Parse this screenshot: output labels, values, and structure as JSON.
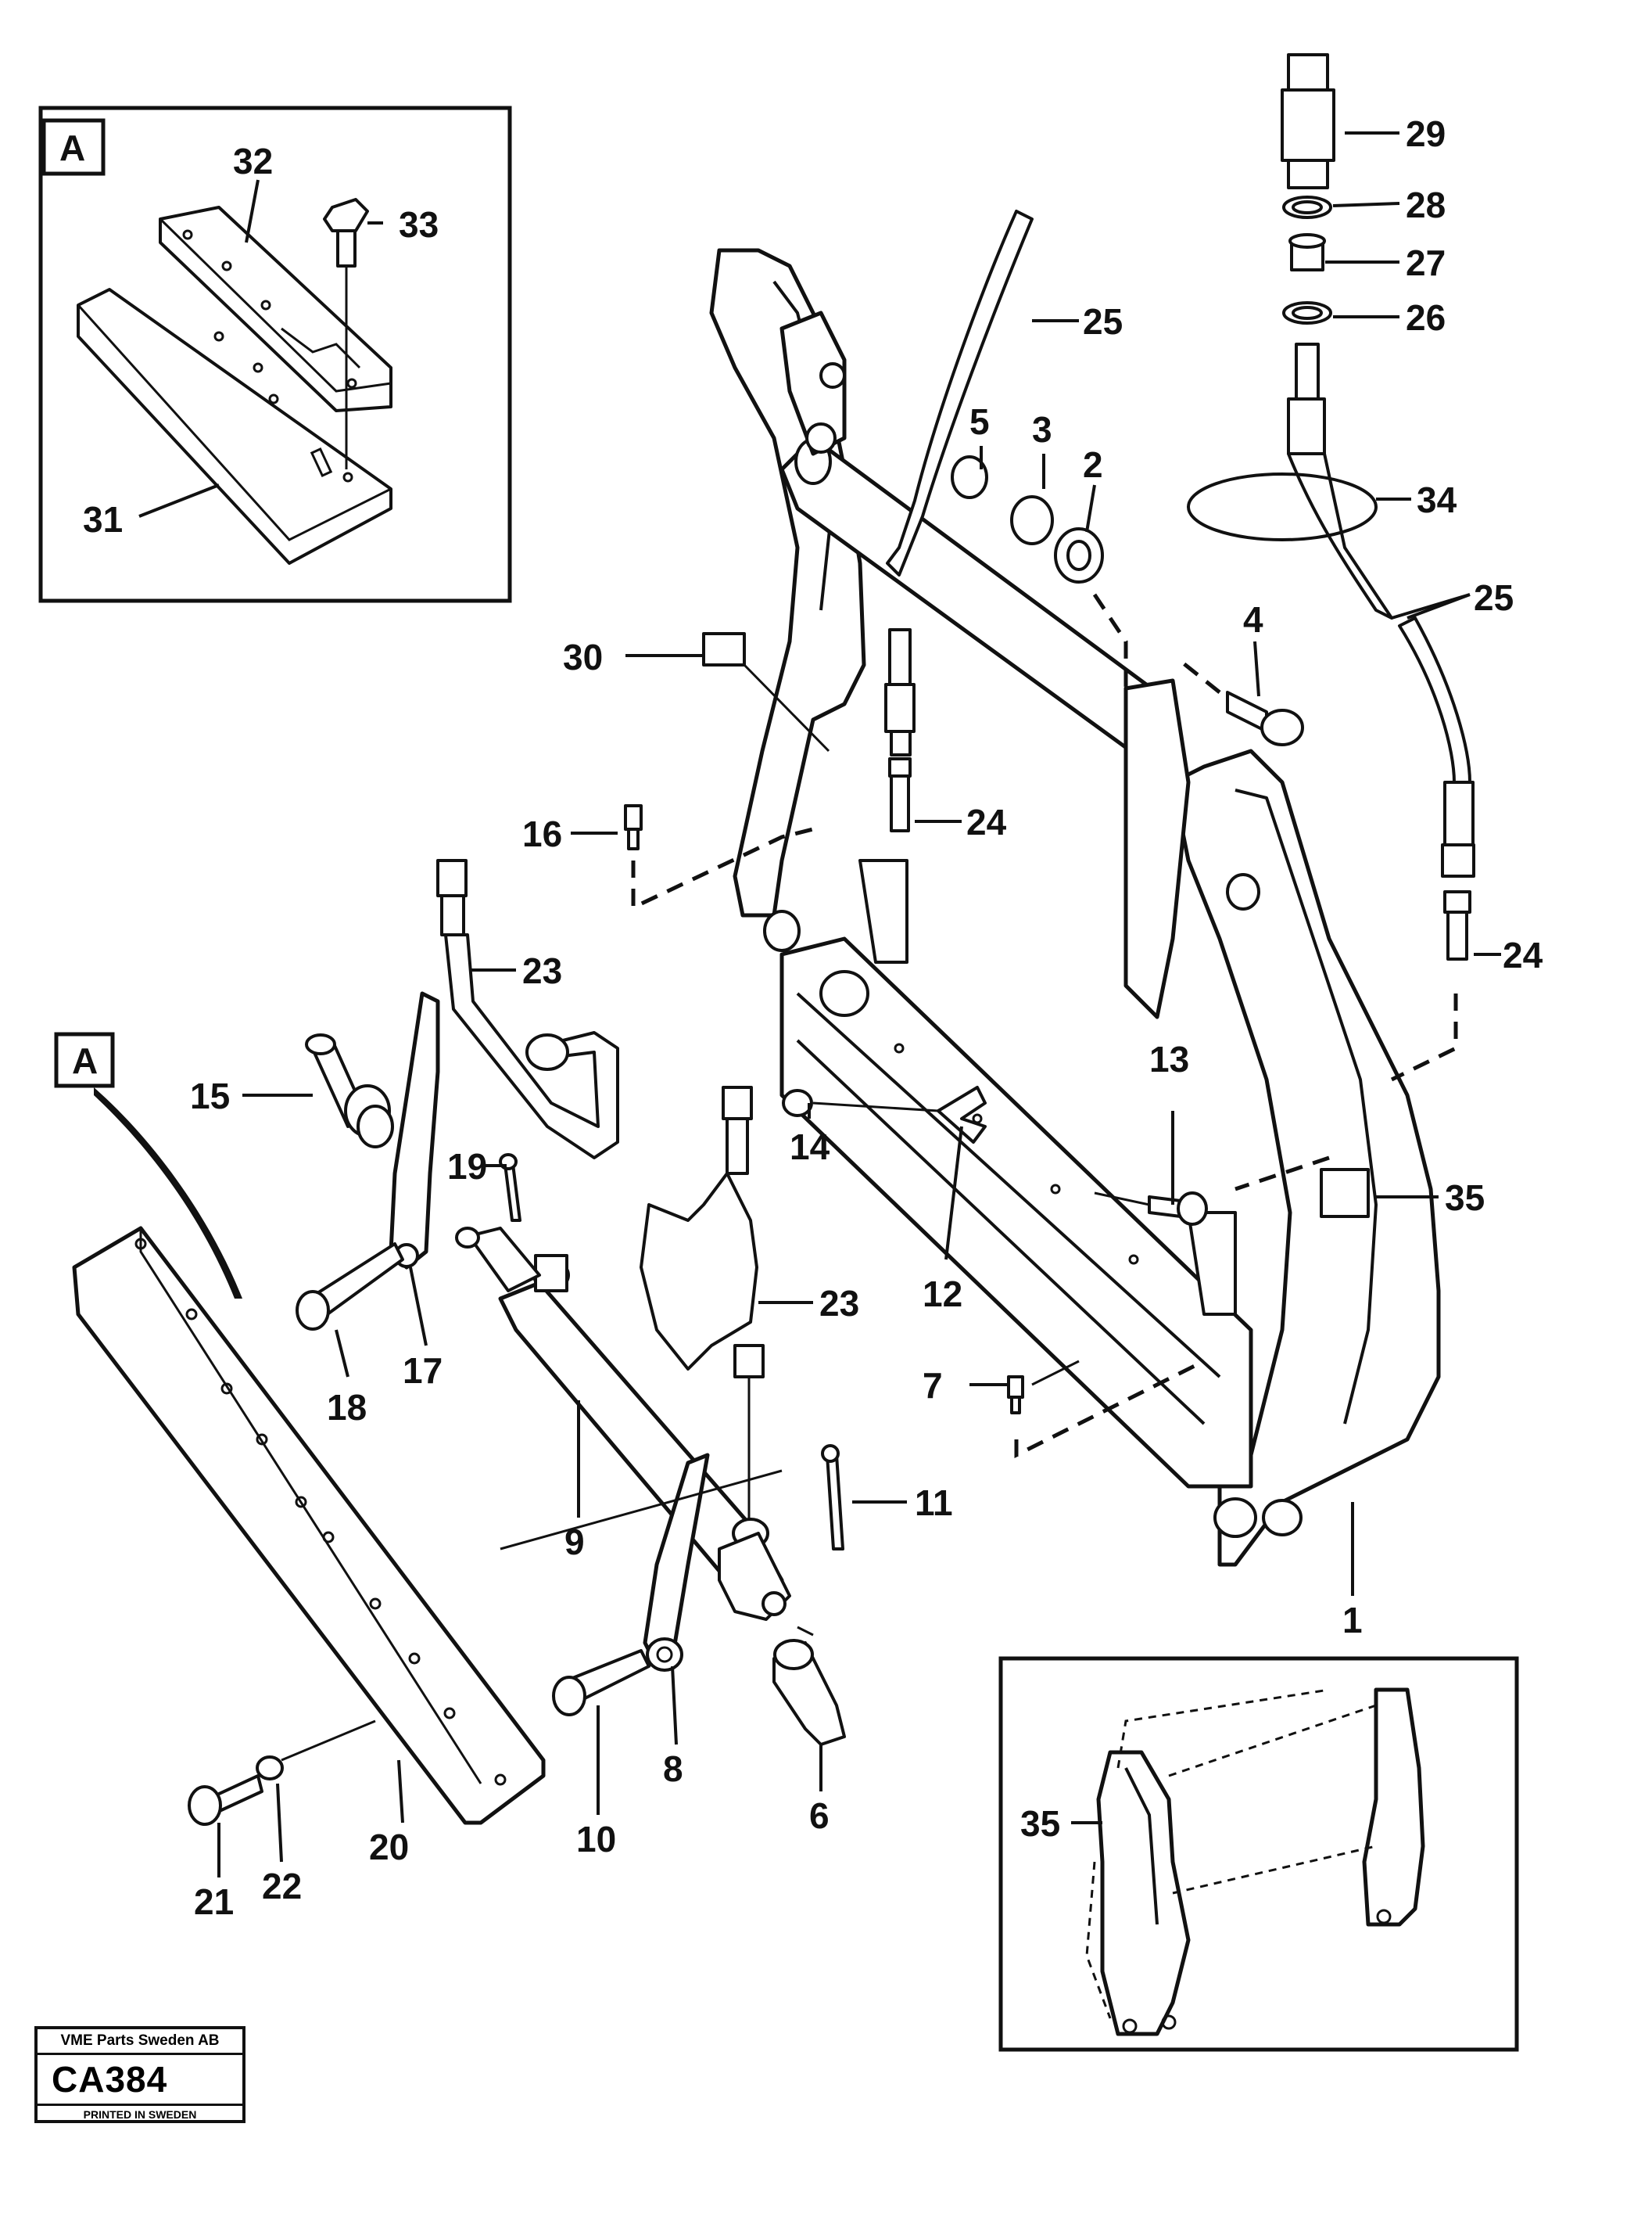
{
  "inset_tags": {
    "top_left": "A",
    "callout": "A"
  },
  "callouts": [
    "1",
    "2",
    "3",
    "4",
    "5",
    "6",
    "7",
    "8",
    "9",
    "10",
    "11",
    "12",
    "13",
    "14",
    "15",
    "16",
    "17",
    "18",
    "19",
    "20",
    "21",
    "22",
    "23",
    "23",
    "24",
    "24",
    "25",
    "25",
    "26",
    "27",
    "28",
    "29",
    "30",
    "31",
    "32",
    "33",
    "34",
    "35",
    "35"
  ],
  "stamp": {
    "company": "VME Parts Sweden AB",
    "code": "CA384",
    "footer": "PRINTED IN SWEDEN"
  }
}
